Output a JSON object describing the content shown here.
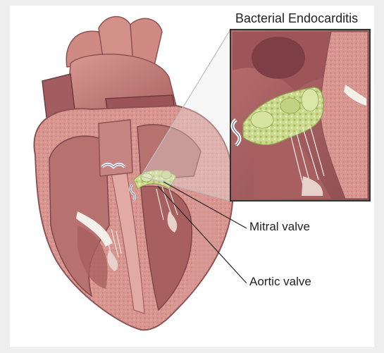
{
  "figure": {
    "inset_title": "Bacterial Endocarditis",
    "callouts": {
      "mitral": "Mitral valve",
      "aortic": "Aortic valve"
    }
  },
  "colors": {
    "heart_main": "#c9827e",
    "heart_dark": "#9b5558",
    "heart_light": "#e3b0a8",
    "chamber": "#b7716f",
    "myocardium_texture": "#d69a94",
    "vegetation": "#c7d68a",
    "vegetation_dark": "#8fa34e",
    "valve_white": "#f3efe9",
    "background": "#eeeeee"
  }
}
